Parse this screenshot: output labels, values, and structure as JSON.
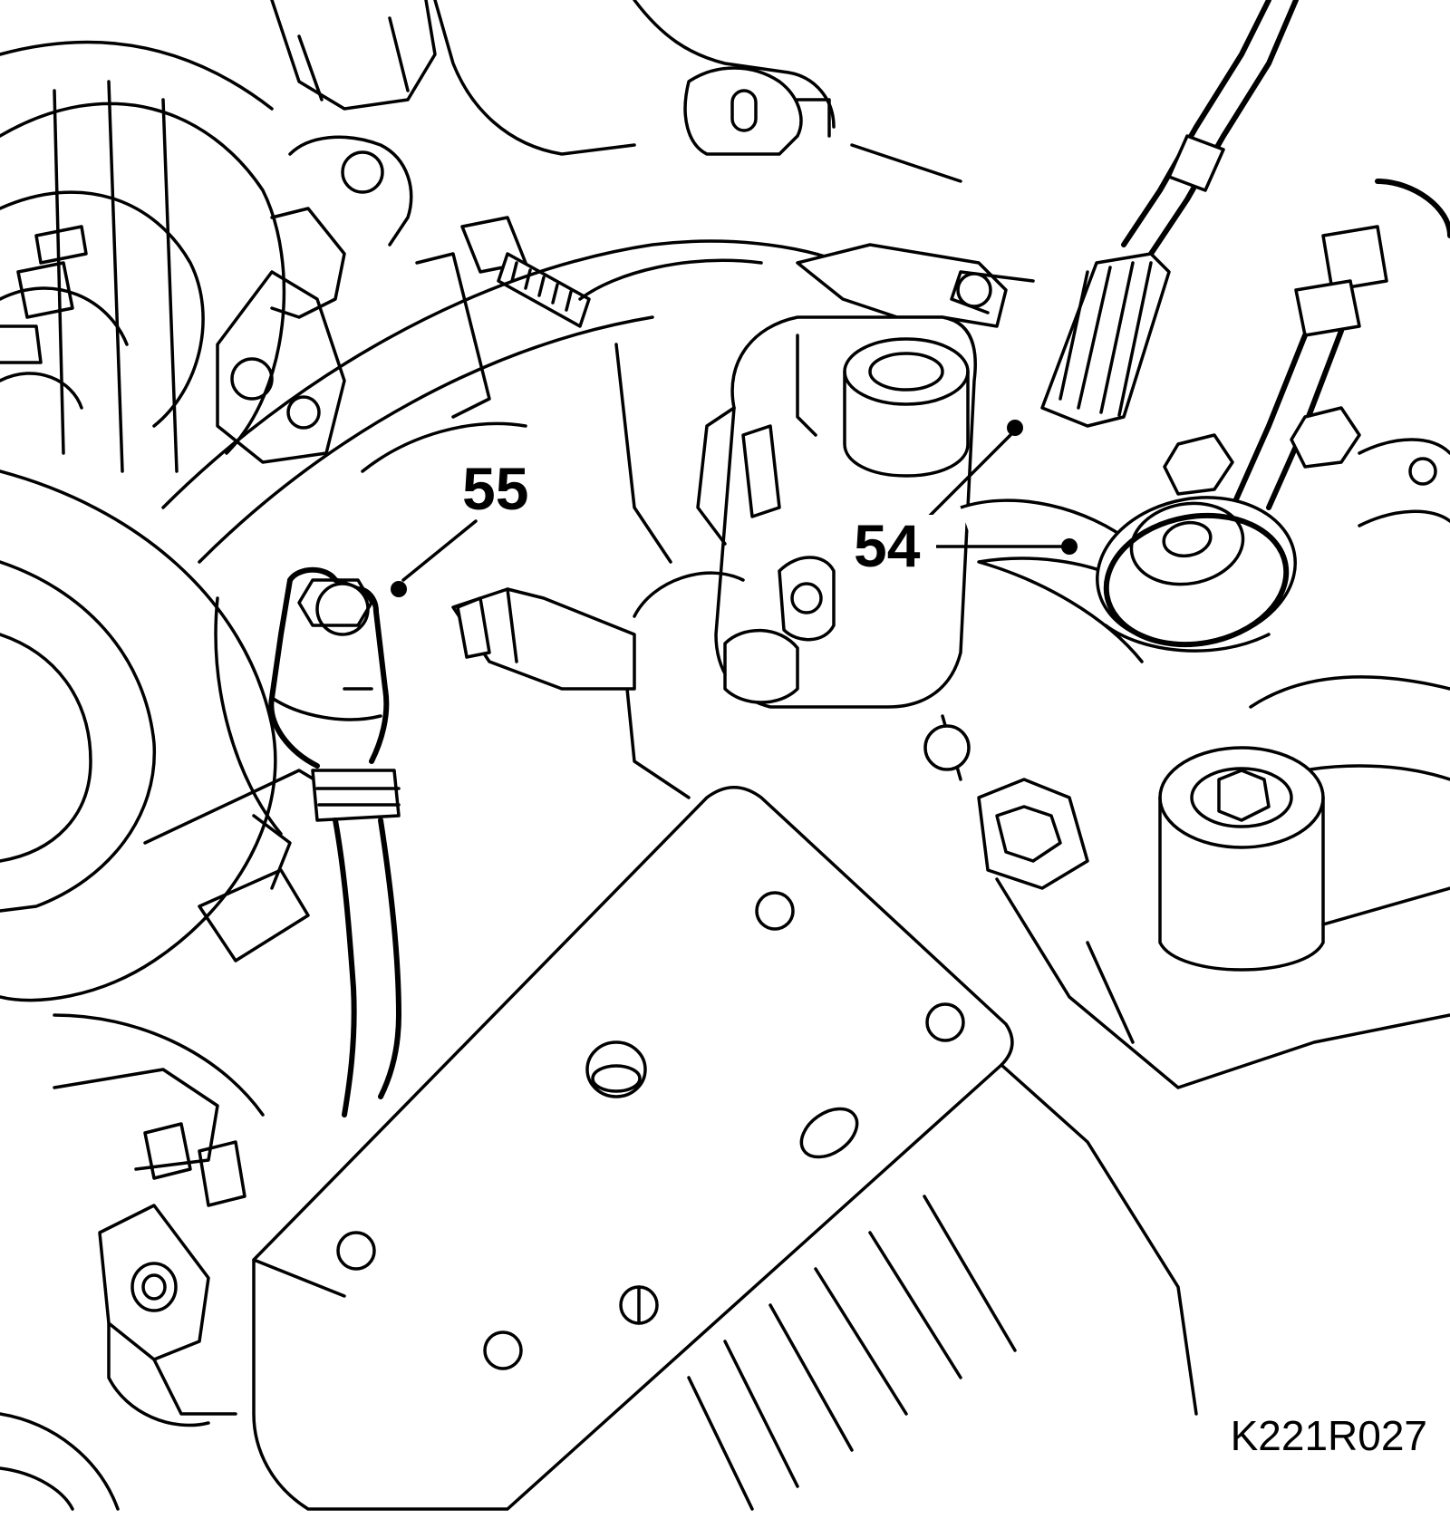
{
  "callouts": [
    {
      "id": "55",
      "label": "55"
    },
    {
      "id": "54",
      "label": "54"
    }
  ],
  "figure_code": "K221R027",
  "colors": {
    "line": "#000000",
    "background": "#ffffff"
  }
}
